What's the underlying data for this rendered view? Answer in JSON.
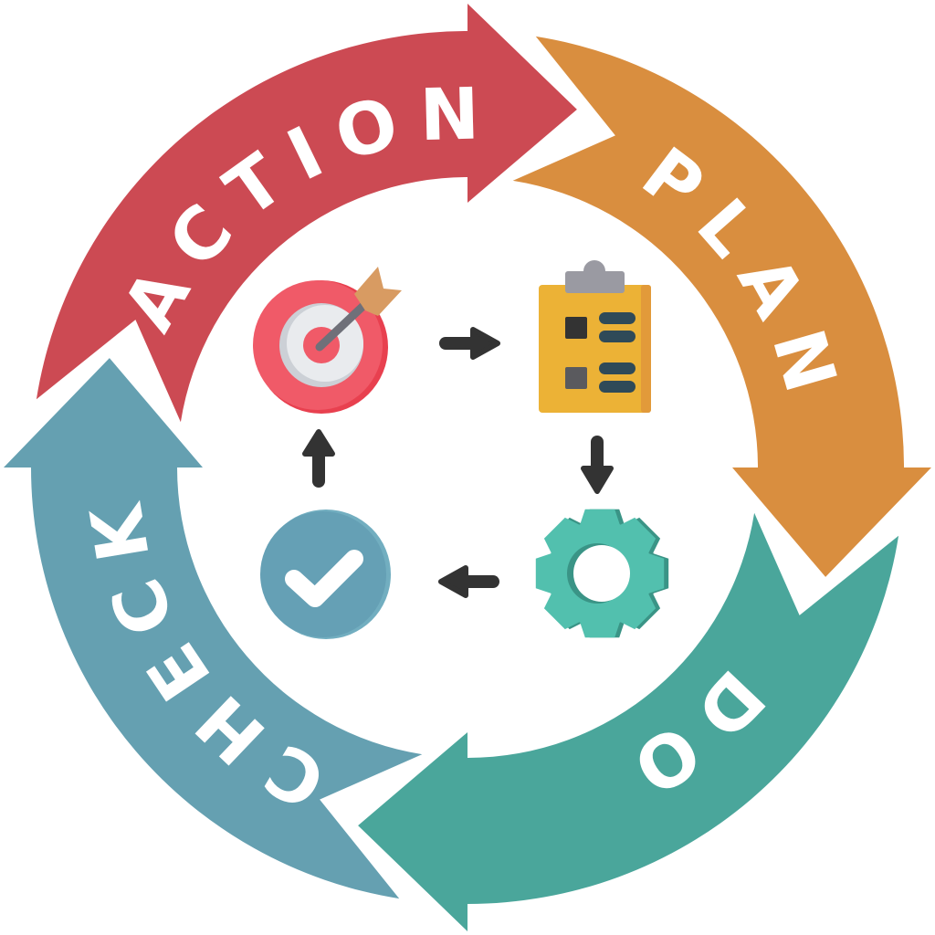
{
  "diagram": {
    "type": "cycle",
    "stages": [
      {
        "label": "ACTION",
        "color": "#cc4a53",
        "icon": "target-icon"
      },
      {
        "label": "PLAN",
        "color": "#d98e3f",
        "icon": "clipboard-icon"
      },
      {
        "label": "DO",
        "color": "#4aa69b",
        "icon": "gear-icon"
      },
      {
        "label": "CHECK",
        "color": "#65a0b1",
        "icon": "check-circle-icon"
      }
    ],
    "flow": [
      "ACTION",
      "PLAN",
      "DO",
      "CHECK",
      "ACTION"
    ],
    "connector_color": "#333333"
  }
}
